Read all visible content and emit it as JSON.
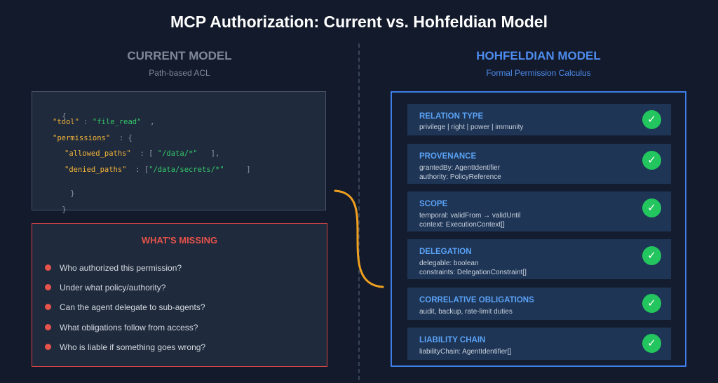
{
  "title": "MCP Authorization: Current vs. Hohfeldian Model",
  "current": {
    "heading": "CURRENT MODEL",
    "subheading": "Path-based ACL",
    "code": {
      "open_brace": "{",
      "tool_key": "\"tool\"",
      "tool_colon": " : ",
      "tool_value": "\"file_read\"",
      "tool_comma": "  ,",
      "permissions_key": "\"permissions\"",
      "permissions_open": "  : {",
      "allowed_key": "\"allowed_paths\"",
      "allowed_open": "  : [ ",
      "allowed_value": "\"/data/*\"",
      "allowed_close": "   ],",
      "denied_key": "\"denied_paths\"",
      "denied_open": "  : [",
      "denied_value": "\"/data/secrets/*\"",
      "denied_close": "     ]",
      "inner_close": "}",
      "outer_close": "}"
    },
    "missing": {
      "title": "WHAT'S MISSING",
      "items": [
        "Who authorized this permission?",
        "Under what policy/authority?",
        "Can the agent delegate to sub-agents?",
        "What obligations follow from access?",
        "Who is liable if something goes wrong?"
      ]
    }
  },
  "hohfeldian": {
    "heading": "HOHFELDIAN MODEL",
    "subheading": "Formal Permission Calculus",
    "check_glyph": "✓",
    "cards": [
      {
        "title": "RELATION TYPE",
        "lines": [
          "privilege | right | power | immunity"
        ]
      },
      {
        "title": "PROVENANCE",
        "lines": [
          "grantedBy: AgentIdentifier",
          "authority: PolicyReference"
        ]
      },
      {
        "title": "SCOPE",
        "lines": [
          "temporal: validFrom  → validUntil",
          "context: ExecutionContext[]"
        ]
      },
      {
        "title": "DELEGATION",
        "lines": [
          "delegable: boolean",
          "constraints: DelegationConstraint[]"
        ]
      },
      {
        "title": "CORRELATIVE OBLIGATIONS",
        "lines": [
          "audit, backup, rate-limit duties"
        ]
      },
      {
        "title": "LIABILITY CHAIN",
        "lines": [
          "liabilityChain: AgentIdentifier[]"
        ]
      }
    ]
  },
  "colors": {
    "background": "#121a2b",
    "current_heading": "#7f8897",
    "hohfeldian_accent": "#3f7de8",
    "missing_accent": "#e5534b",
    "check": "#22c55e",
    "connector": "#f0a020"
  }
}
